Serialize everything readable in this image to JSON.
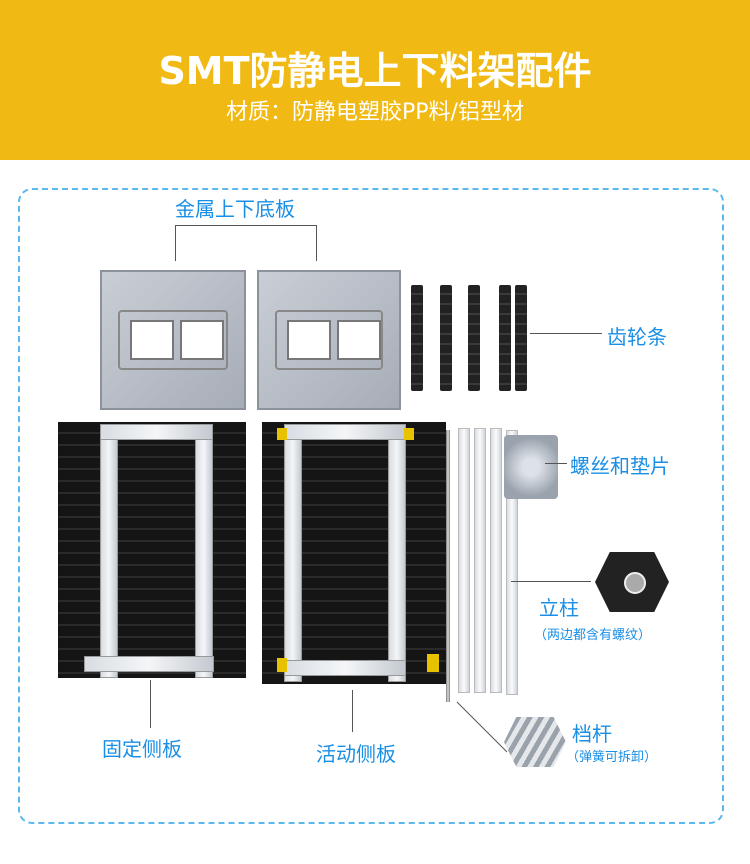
{
  "header": {
    "title": "SMT防静电上下料架配件",
    "subtitle": "材质：防静电塑胶PP料/铝型材"
  },
  "labels": {
    "metal_plates": "金属上下底板",
    "gear_strips": "齿轮条",
    "screws": "螺丝和垫片",
    "post": "立柱",
    "post_note": "（两边都含有螺纹）",
    "fixed_panel": "固定侧板",
    "movable_panel": "活动侧板",
    "rod": "档杆",
    "rod_note": "（弹簧可拆卸）"
  },
  "colors": {
    "header": "#f0b914",
    "label": "#1a8fe6",
    "frame": "#5ab8ee"
  }
}
